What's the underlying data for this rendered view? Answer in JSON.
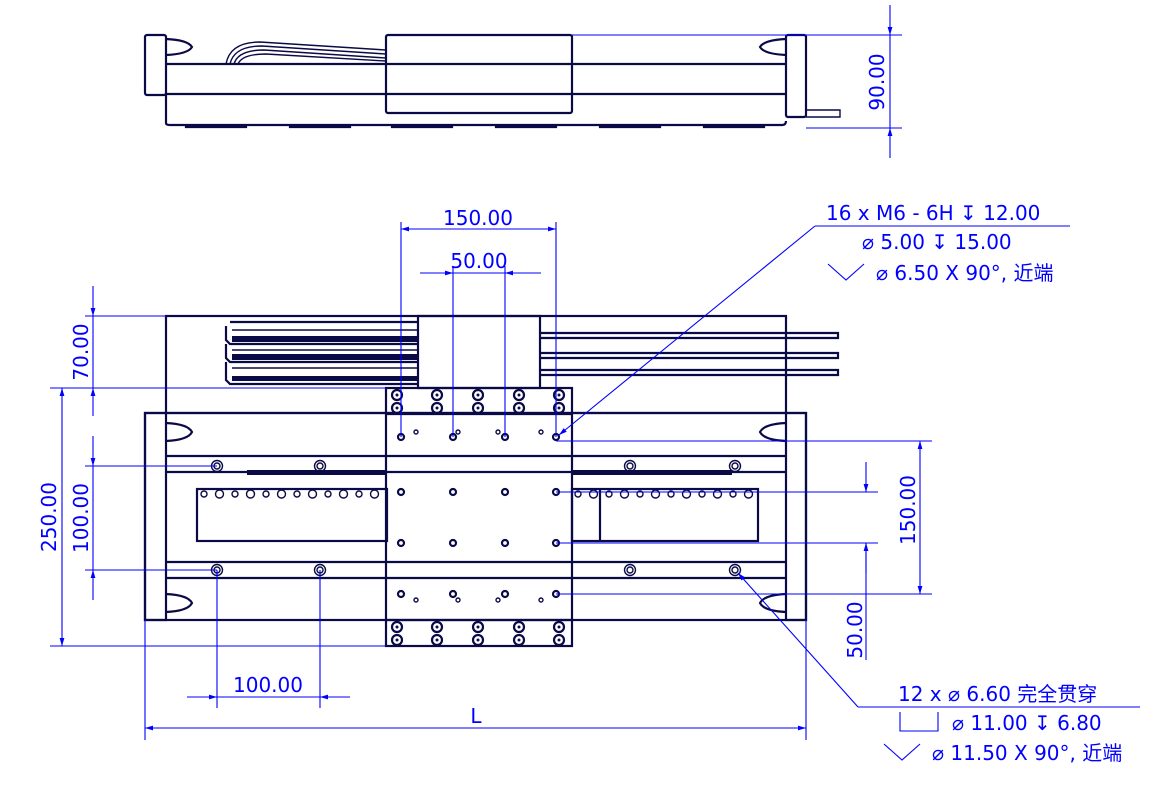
{
  "colors": {
    "outline": "#0a0a46",
    "dimension": "#0000ff"
  },
  "dimensions": {
    "top_height": "90.00",
    "carriage_hole_pitch_x": "150.00",
    "carriage_hole_inner_x": "50.00",
    "cable_chain_height": "70.00",
    "carriage_length": "250.00",
    "base_hole_pitch_y": "100.00",
    "carriage_hole_pitch_y": "150.00",
    "carriage_hole_inner_y": "50.00",
    "base_hole_pitch_x": "100.00",
    "overall_length": "L"
  },
  "callouts": {
    "tapped_holes": {
      "line1": "16 x  M6 - 6H ↧ 12.00",
      "line2": "⌀ 5.00 ↧ 15.00",
      "line3": "⌀ 6.50 X 90°, 近端"
    },
    "through_holes": {
      "line1": "12 x ⌀ 6.60 完全贯穿",
      "line2": "⌀ 11.00 ↧ 6.80",
      "line3": "⌀ 11.50 X 90°, 近端"
    }
  }
}
